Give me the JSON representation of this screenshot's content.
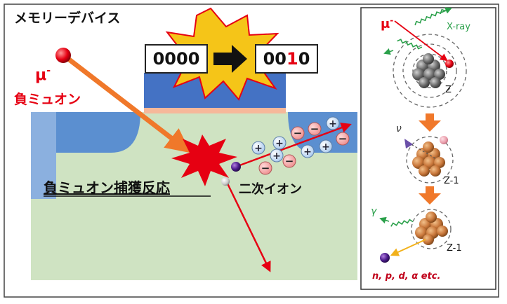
{
  "title": "メモリーデバイス",
  "muon": {
    "symbol": "μ",
    "superscript": "-",
    "label": "負ミュオン"
  },
  "bits": {
    "before": "0000",
    "after_prefix": "00",
    "after_flip": "1",
    "after_suffix": "0"
  },
  "capture_label": "負ミュオン捕獲反応",
  "secondary_ions_label": "二次イオン",
  "inset": {
    "muon_symbol": "μ",
    "muon_superscript": "-",
    "xray_label": "X-ray",
    "z_label": "Z",
    "nu_label": "ν",
    "z_minus_1_label_1": "Z-1",
    "gamma_label": "γ",
    "z_minus_1_label_2": "Z-1",
    "products_label": "n, p, d, α etc."
  },
  "colors": {
    "red": "#e60012",
    "orange": "#f0782a",
    "substrate": "#cfe3c2",
    "well": "#5b8fd0",
    "burst": "#f5c518",
    "xray_green": "#2aa04a"
  }
}
